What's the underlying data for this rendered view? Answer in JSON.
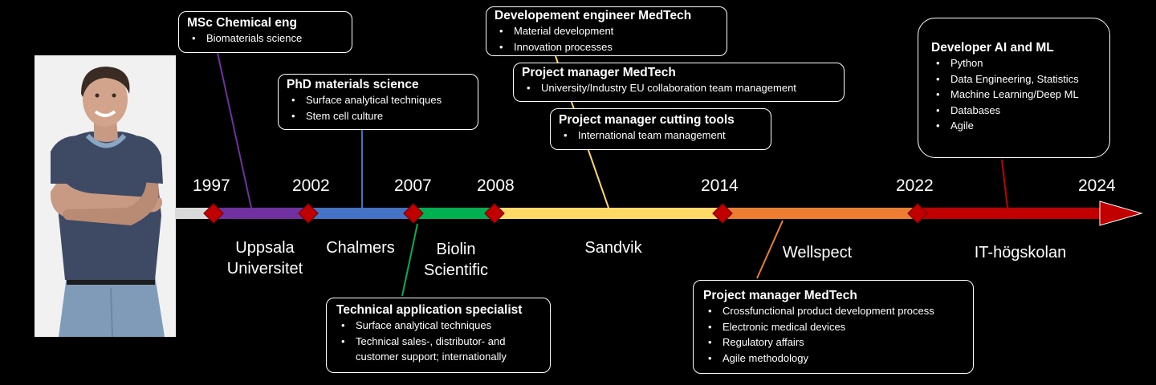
{
  "colors": {
    "background": "#000000",
    "uppsala": "#7030a0",
    "chalmers": "#4472c4",
    "biolin": "#00b050",
    "sandvik": "#ffd966",
    "wellspect": "#ed7d31",
    "it_hogskolan": "#c00000",
    "milestone": "#c00000"
  },
  "years": [
    "1997",
    "2002",
    "2007",
    "2008",
    "2014",
    "2022",
    "2024"
  ],
  "companies": [
    {
      "lines": [
        "Uppsala",
        "Universitet"
      ]
    },
    {
      "lines": [
        "Chalmers"
      ]
    },
    {
      "lines": [
        "Biolin",
        "Scientific"
      ]
    },
    {
      "lines": [
        "Sandvik"
      ]
    },
    {
      "lines": [
        "Wellspect"
      ]
    },
    {
      "lines": [
        "IT-högskolan"
      ]
    }
  ],
  "roles": [
    {
      "title": "MSc Chemical eng",
      "items": [
        "Biomaterials science"
      ]
    },
    {
      "title": "PhD materials science",
      "items": [
        "Surface analytical techniques",
        "Stem cell culture"
      ]
    },
    {
      "title": "Developement engineer MedTech",
      "items": [
        "Material development",
        "Innovation processes"
      ]
    },
    {
      "title": "Project manager MedTech",
      "items": [
        "University/Industry EU collaboration team management"
      ]
    },
    {
      "title": "Project manager cutting tools",
      "items": [
        "International team management"
      ]
    },
    {
      "title": "Technical application specialist",
      "items": [
        "Surface analytical techniques",
        "Technical sales-, distributor-  and",
        "customer support; internationally"
      ]
    },
    {
      "title": "Project manager MedTech",
      "items": [
        "Crossfunctional product development process",
        "Electronic medical devices",
        "Regulatory affairs",
        "Agile methodology"
      ]
    },
    {
      "title": "Developer AI and ML",
      "items": [
        "Python",
        "Data Engineering, Statistics",
        "Machine Learning/Deep ML",
        "Databases",
        "Agile"
      ]
    }
  ]
}
